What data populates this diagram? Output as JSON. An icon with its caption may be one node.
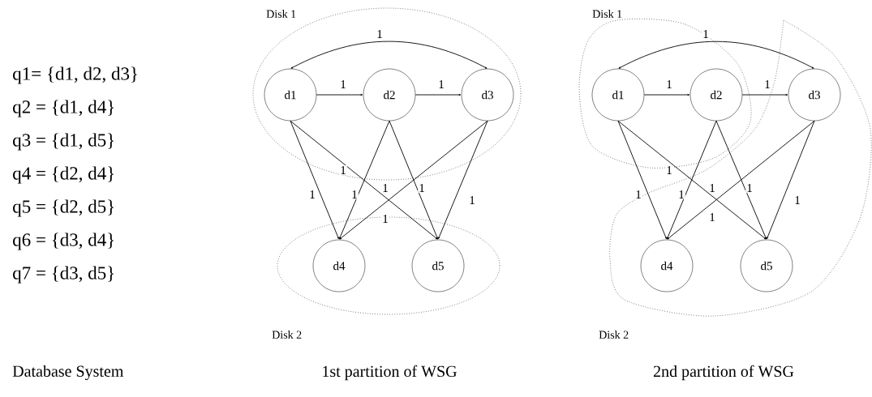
{
  "diagram": {
    "nodes": [
      {
        "text": [
          "d1"
        ]
      },
      {
        "text": [
          "d2"
        ]
      },
      {
        "text": [
          "d3"
        ]
      },
      {
        "text": [
          "d4"
        ]
      },
      {
        "text": [
          "d5"
        ]
      },
      {
        "text": [
          "d1"
        ]
      },
      {
        "text": [
          "d2"
        ]
      },
      {
        "text": [
          "d3"
        ]
      },
      {
        "text": [
          "d4"
        ]
      },
      {
        "text": [
          "d5"
        ]
      }
    ],
    "edges": [
      {
        "from": 0,
        "to": 1,
        "arrow": "to",
        "label": "1"
      },
      {
        "from": 1,
        "to": 2,
        "arrow": "to",
        "label": "1"
      },
      {
        "from": 0,
        "to": 2,
        "arrow": "both",
        "label": "1"
      },
      {
        "from": 0,
        "to": 3,
        "arrow": "to",
        "label": "1"
      },
      {
        "from": 0,
        "to": 4,
        "arrow": "to",
        "label": "1"
      },
      {
        "from": 1,
        "to": 3,
        "arrow": "to",
        "label": "1"
      },
      {
        "from": 1,
        "to": 4,
        "arrow": "to",
        "label": "1"
      },
      {
        "from": 2,
        "to": 3,
        "arrow": "to",
        "label": "1"
      },
      {
        "from": 2,
        "to": 4,
        "arrow": "to",
        "label": "1"
      },
      {
        "from": 5,
        "to": 6,
        "arrow": "to",
        "label": "1"
      },
      {
        "from": 6,
        "to": 7,
        "arrow": "to",
        "label": "1"
      },
      {
        "from": 5,
        "to": 7,
        "arrow": "both",
        "label": "1"
      },
      {
        "from": 5,
        "to": 8,
        "arrow": "to",
        "label": "1"
      },
      {
        "from": 5,
        "to": 9,
        "arrow": "to",
        "label": "1"
      },
      {
        "from": 6,
        "to": 8,
        "arrow": "to",
        "label": "1"
      },
      {
        "from": 6,
        "to": 9,
        "arrow": "to",
        "label": "1"
      },
      {
        "from": 7,
        "to": 8,
        "arrow": "to",
        "label": "1"
      },
      {
        "from": 7,
        "to": 9,
        "arrow": "to",
        "label": "1"
      }
    ],
    "labels": [
      "Disk 1",
      "Disk 1",
      "q1= {d1, d2, d3}",
      "q2 = {d1, d4}",
      "q3 = {d1, d5}",
      "q4 = {d2, d4}",
      "q5 = {d2, d5}",
      "q6 = {d3, d4}",
      "q7 = {d3, d5}",
      "1",
      "1",
      "Disk 2",
      "Disk 2",
      "Database System",
      "1st partition of WSG",
      "2nd partition of WSG"
    ]
  }
}
